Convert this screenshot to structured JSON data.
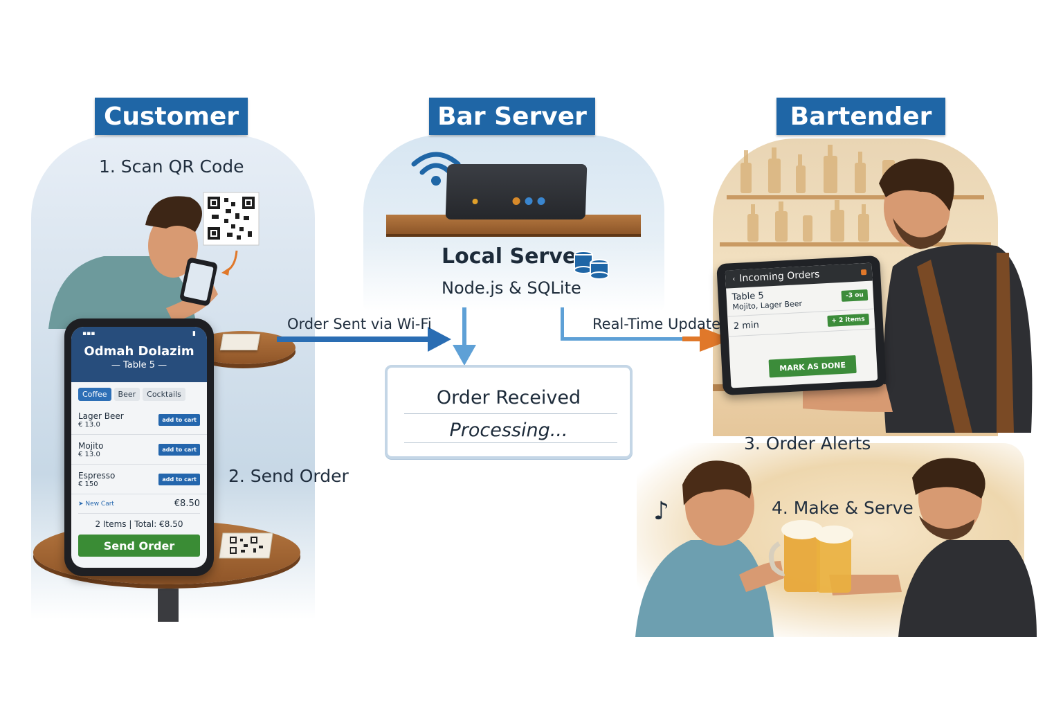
{
  "headers": {
    "customer": "Customer",
    "server": "Bar Server",
    "bartender": "Bartender"
  },
  "steps": {
    "scan": "1. Scan QR Code",
    "send": "2. Send Order",
    "alerts": "3. Order Alerts",
    "serve": "4. Make & Serve"
  },
  "arrows": {
    "order_sent": "Order Sent via Wi-Fi",
    "realtime": "Real-Time Update"
  },
  "server": {
    "title": "Local Server",
    "subtitle": "Node.js & SQLite",
    "status_title": "Order Received",
    "status_sub": "Processing..."
  },
  "phone": {
    "venue": "Odmah Dolazim",
    "table": "Table 5",
    "tabs": [
      "Coffee",
      "Beer",
      "Cocktails"
    ],
    "items": [
      {
        "name": "Lager Beer",
        "price": "€ 13.0",
        "button": "add to cart"
      },
      {
        "name": "Mojito",
        "price": "€ 13.0",
        "button": "add to cart"
      },
      {
        "name": "Espresso",
        "price": "€ 150",
        "button": "add to cart"
      }
    ],
    "view_cart": "New Cart",
    "cart_total": "€8.50",
    "summary": "2 Items | Total: €8.50",
    "send_button": "Send Order"
  },
  "tablet": {
    "title": "Incoming Orders",
    "order_table": "Table 5",
    "order_items": "Mojito, Lager Beer",
    "order_badge": "-3 ou",
    "time": "2 min",
    "items_badge": "+ 2 items",
    "done_button": "MARK AS DONE"
  },
  "colors": {
    "header_blue": "#1f66a6",
    "arrow_blue": "#2a6db3",
    "arrow_orange": "#e0782a",
    "button_green": "#3a8c35"
  },
  "icons": {
    "music": "♪"
  }
}
